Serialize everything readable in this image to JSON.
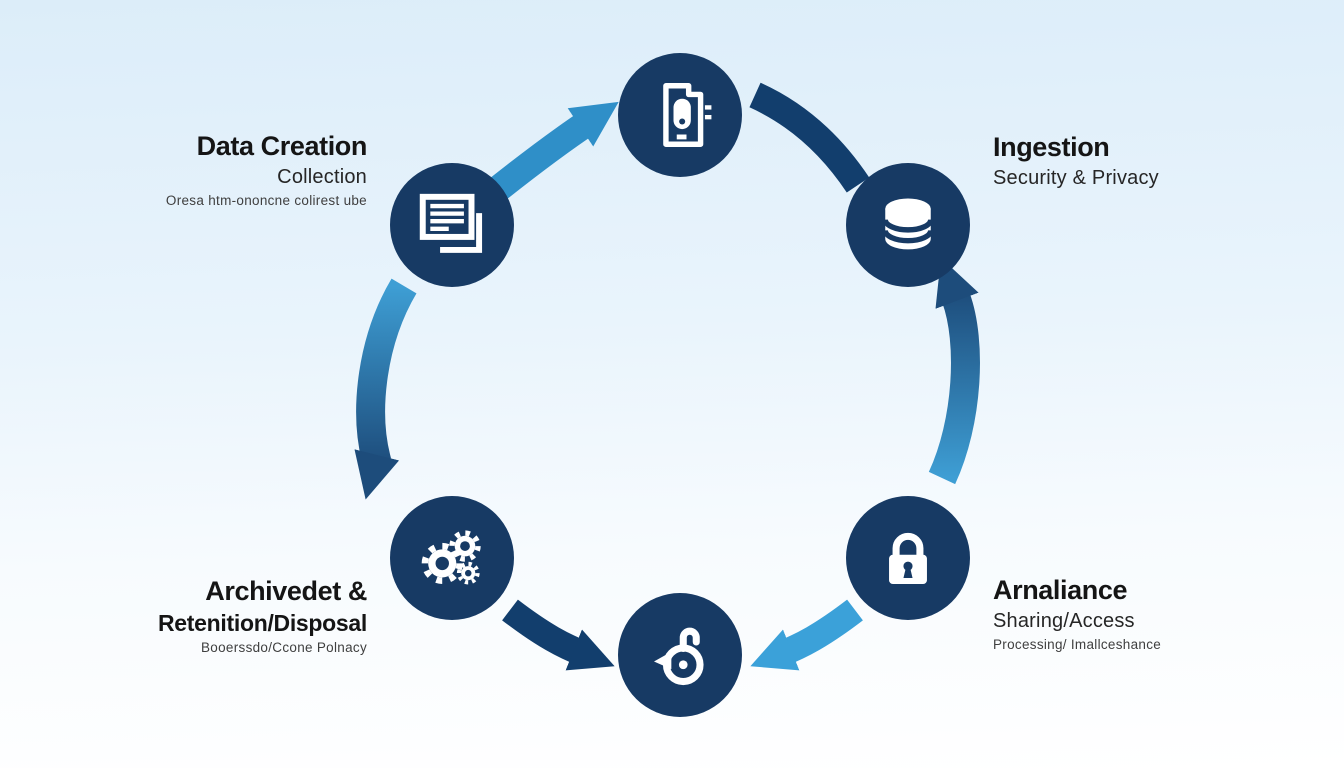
{
  "diagram": {
    "type": "circular-data-lifecycle",
    "node_count": 6
  },
  "colors": {
    "circle": "#173A64",
    "arrow_dark": "#123E6D",
    "arrow_light": "#2F8FC8",
    "arrow_light2": "#3BA1D9",
    "grad_light": "#3E9ED4",
    "grad_dark": "#1D4C7B",
    "heading": "#151515",
    "subheading": "#262626",
    "caption": "#3f3f3f",
    "bg_top": "#dcedf9",
    "bg_mid": "#e9f4fc",
    "bg_bottom": "#ffffff"
  },
  "nodes": [
    {
      "id": "top-center",
      "icon": "document-scan-icon"
    },
    {
      "id": "upper-left",
      "icon": "documents-icon"
    },
    {
      "id": "upper-right",
      "icon": "database-icon"
    },
    {
      "id": "lower-left",
      "icon": "gears-icon"
    },
    {
      "id": "lower-right",
      "icon": "lock-icon"
    },
    {
      "id": "bottom-center",
      "icon": "cycle-arrow-icon"
    }
  ],
  "labels": {
    "top_left": {
      "title": "Data Creation",
      "subtitle": "Collection",
      "caption": "Oresa htm-ononcne colirest ube"
    },
    "top_right": {
      "title": "Ingestion",
      "subtitle": "Security & Privacy"
    },
    "bottom_left": {
      "title": "Archivedet &",
      "subtitle": "Retenition/Disposal",
      "caption": "Booerssdo/Ccone Polnacy"
    },
    "bottom_right": {
      "title": "Arnaliance",
      "subtitle": "Sharing/Access",
      "caption": "Processing/ Imallceshance"
    }
  }
}
